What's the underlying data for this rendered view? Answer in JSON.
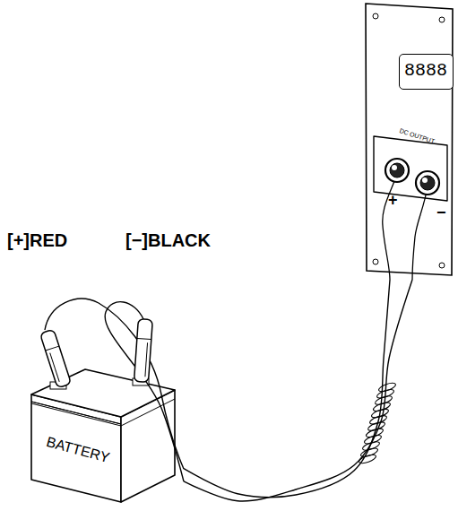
{
  "diagram": {
    "nodes": [
      {
        "text": [
          "DC OUTPUT",
          "+",
          "−"
        ]
      },
      {
        "text": [
          "8888"
        ],
        "in": 0
      },
      {
        "text": [
          "BATTERY"
        ]
      }
    ],
    "edges": [
      {
        "from": 2,
        "to": 0,
        "arrow": "none"
      },
      {
        "from": 2,
        "to": 0,
        "arrow": "none"
      }
    ],
    "labels": [
      "[+]RED",
      "[−]BLACK"
    ]
  }
}
